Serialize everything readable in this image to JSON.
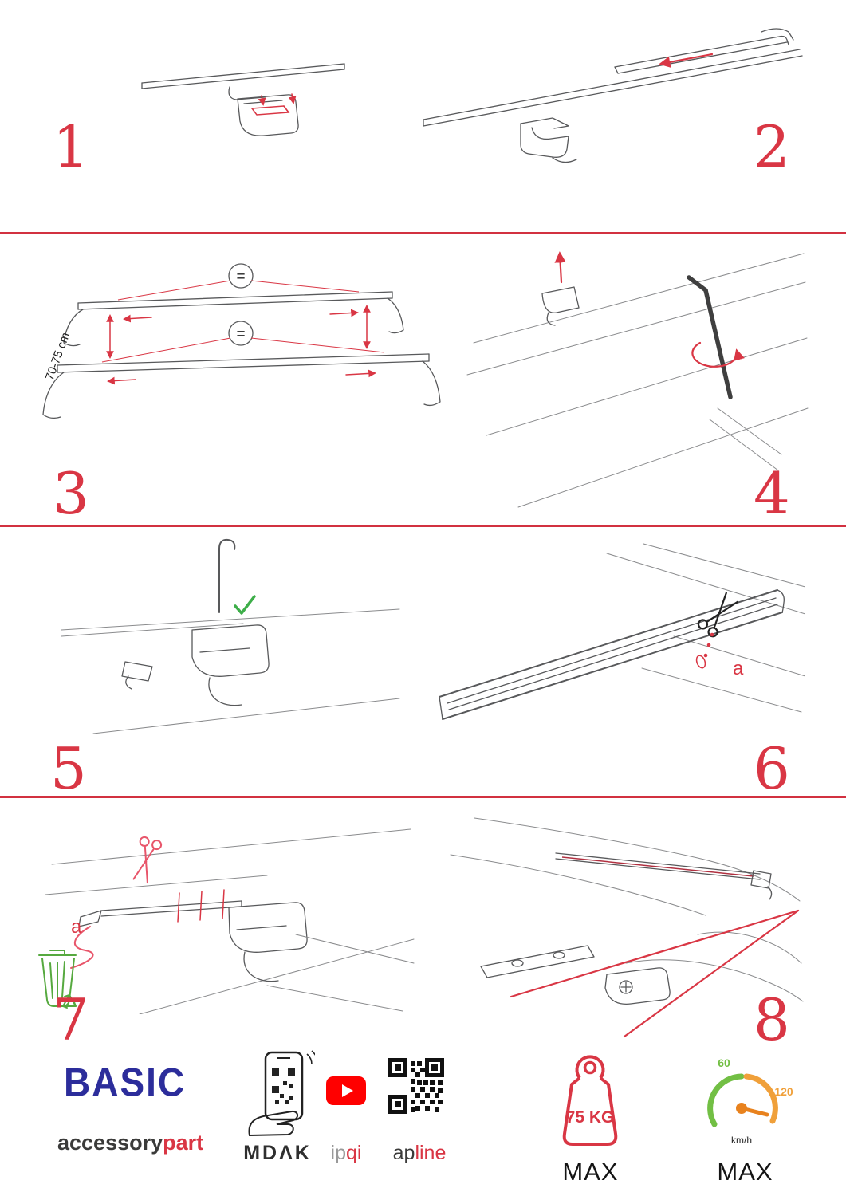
{
  "document": {
    "type": "roof-rack-installation-instructions",
    "accent_red": "#d93644",
    "line_gray": "#58595b",
    "background": "#ffffff"
  },
  "steps": {
    "s1": {
      "number": "1"
    },
    "s2": {
      "number": "2"
    },
    "s3": {
      "number": "3",
      "dimension": "70-75 cm",
      "equal": "="
    },
    "s4": {
      "number": "4"
    },
    "s5": {
      "number": "5"
    },
    "s6": {
      "number": "6",
      "label_a": "a"
    },
    "s7": {
      "number": "7",
      "label_a": "a"
    },
    "s8": {
      "number": "8"
    }
  },
  "footer": {
    "brand_title": "BASIC",
    "brand_sub_dark": "accessory",
    "brand_sub_red": "part",
    "brand_title_color": "#2c2d9b",
    "logo_mdak": "MDΛK",
    "logo_ipqi_gray": "ip",
    "logo_ipqi_red": "qi",
    "logo_apline_dark": "ap",
    "logo_apline_red": "line",
    "youtube_color": "#ff0000",
    "weight_value": "75 KG",
    "weight_max": "MAX",
    "speed_low": "60",
    "speed_high": "120",
    "speed_unit": "km/h",
    "speed_max": "MAX",
    "speed_green": "#72bf44",
    "speed_orange": "#f0a03a"
  }
}
